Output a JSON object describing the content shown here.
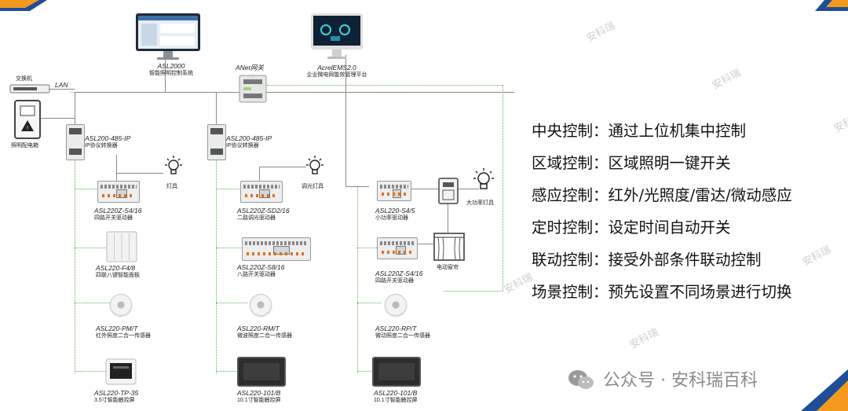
{
  "devices": {
    "switch_label": "交换机",
    "lan_label": "LAN",
    "cabinet_label": "照明配电箱",
    "asl2000_model": "ASL2000",
    "asl2000_desc": "智能照明控制系统",
    "gateway_label": "ANet网关",
    "ems_model": "AcrelEMS2.0",
    "ems_desc": "企业微电网能效管理平台",
    "conv1_model": "ASL200-485-IP",
    "conv1_desc": "IP协议转换器",
    "conv2_model": "ASL200-485-IP",
    "conv2_desc": "IP协议转换器",
    "lamp1_label": "灯具",
    "lamp2_label": "调光灯具",
    "lamp3_label": "大功率灯具",
    "col1": [
      {
        "model": "ASL220Z-S4/16",
        "desc": "四路开关驱动器"
      },
      {
        "model": "ASL220-F4/8",
        "desc": "四联八键智能面板"
      },
      {
        "model": "ASL220-PM/T",
        "desc": "红外照度二合一传感器"
      },
      {
        "model": "ASL220-TP-35",
        "desc": "3.5寸智能触控屏"
      }
    ],
    "col2": [
      {
        "model": "ASL220Z-SD2/16",
        "desc": "二路调光驱动器"
      },
      {
        "model": "ASL220Z-S8/16",
        "desc": "八路开关驱动器"
      },
      {
        "model": "ASL220-RM/T",
        "desc": "微波照度二合一传感器"
      },
      {
        "model": "ASL220-101/B",
        "desc": "10.1寸智能触控屏"
      }
    ],
    "col3": [
      {
        "model": "ASL220-S4/5",
        "desc": "小功率驱动器"
      },
      {
        "model": "ASL220Z-S4/16",
        "desc": "四路开关驱动器"
      },
      {
        "model": "ASL220-RP/T",
        "desc": "微动照度二合一传感器"
      },
      {
        "model": "ASL220-101/B",
        "desc": "10.1寸智能触控屏"
      }
    ],
    "curtain_label": "电动窗帘"
  },
  "features": [
    {
      "key": "中央控制：",
      "value": "通过上位机集中控制"
    },
    {
      "key": "区域控制：",
      "value": "区域照明一键开关"
    },
    {
      "key": "感应控制：",
      "value": "红外/光照度/雷达/微动感应"
    },
    {
      "key": "定时控制：",
      "value": "设定时间自动开关"
    },
    {
      "key": "联动控制：",
      "value": "接受外部条件联动控制"
    },
    {
      "key": "场景控制：",
      "value": "预先设置不同场景进行切换"
    }
  ],
  "watermark": "安科瑞",
  "footer": {
    "dot": "·",
    "account_prefix": "公众号",
    "account_name": "安科瑞百科"
  },
  "colors": {
    "accent_orange": "#f39a1e",
    "accent_blue": "#1f4e96",
    "bus_green": "#58b158"
  }
}
